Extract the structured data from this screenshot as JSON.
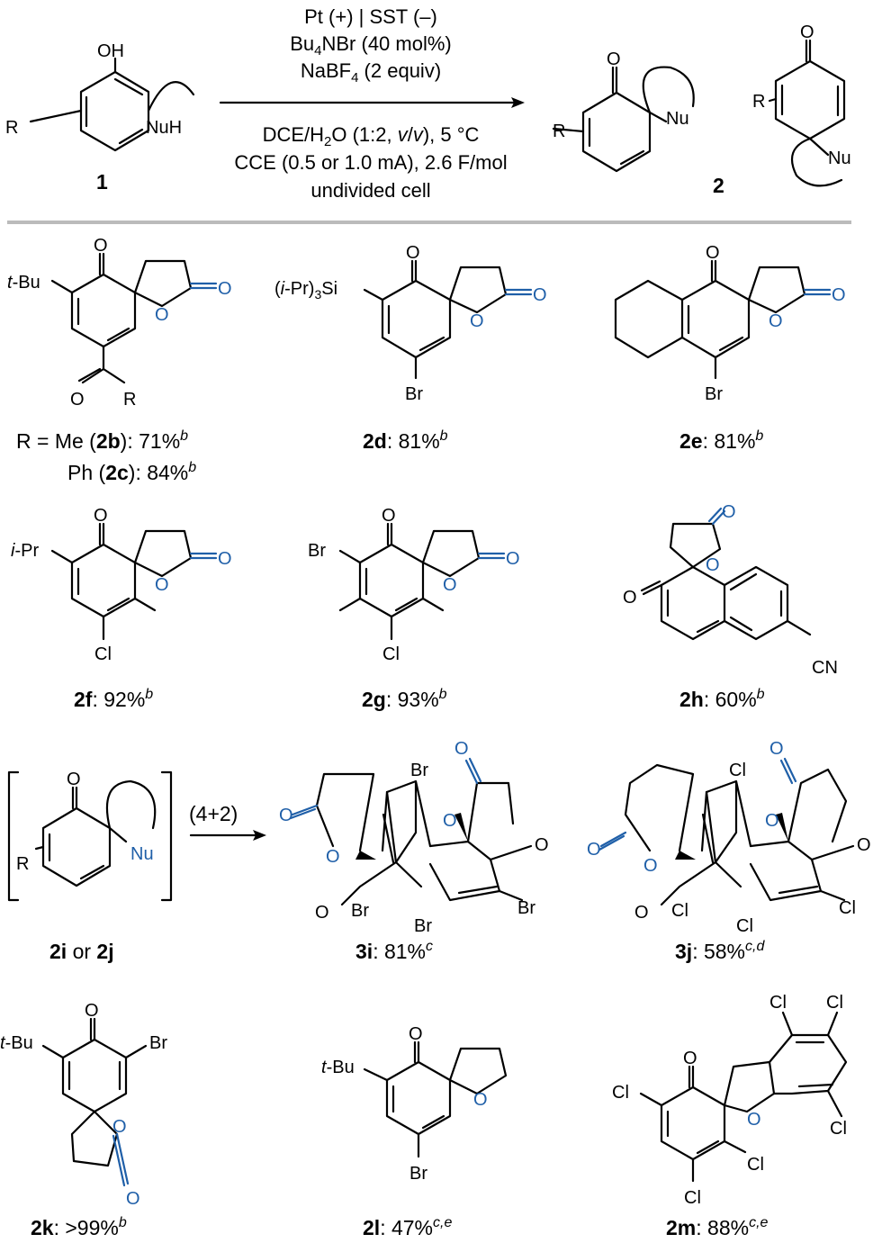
{
  "scheme": {
    "start_number": "1",
    "product_number": "2",
    "start_R": "R",
    "start_OH": "OH",
    "start_NuH": "NuH",
    "product_R": "R",
    "product_O": "O",
    "product_Nu": "Nu",
    "conditions_top": [
      "Pt (+) | SST (–)",
      "Bu",
      "4",
      "NBr (40 mol%)",
      "NaBF",
      "4",
      " (2 equiv)"
    ],
    "cond_line1": "Pt (+) | SST (–)",
    "cond_line2_a": "Bu",
    "cond_line2_sub": "4",
    "cond_line2_b": "NBr (40 mol%)",
    "cond_line3_a": "NaBF",
    "cond_line3_sub": "4",
    "cond_line3_b": " (2 equiv)",
    "cond_line4_a": "DCE/H",
    "cond_line4_sub": "2",
    "cond_line4_b": "O (1:2, ",
    "cond_line4_it": "v",
    "cond_line4_c": "/",
    "cond_line4_it2": "v",
    "cond_line4_d": "), 5 °C",
    "cond_line5": "CCE (0.5 or 1.0 mA), 2.6 F/mol",
    "cond_line6": "undivided cell"
  },
  "compounds": {
    "c2b": {
      "prefix": "R = Me (",
      "id": "2b",
      "yield": "): 71%",
      "note": "b"
    },
    "c2c": {
      "prefix": "Ph (",
      "id": "2c",
      "yield": "): 84%",
      "note": "b"
    },
    "c2d": {
      "id": "2d",
      "yield": ": 81%",
      "note": "b"
    },
    "c2e": {
      "id": "2e",
      "yield": ": 81%",
      "note": "b"
    },
    "c2f": {
      "id": "2f",
      "yield": ": 92%",
      "note": "b"
    },
    "c2g": {
      "id": "2g",
      "yield": ": 93%",
      "note": "b"
    },
    "c2h": {
      "id": "2h",
      "yield": ": 60%",
      "note": "b"
    },
    "c2ij": {
      "id1": "2i",
      "or": " or ",
      "id2": "2j"
    },
    "c3i": {
      "id": "3i",
      "yield": ": 81%",
      "note": "c"
    },
    "c3j": {
      "id": "3j",
      "yield": ": 58%",
      "note": "c,d"
    },
    "c2k": {
      "id": "2k",
      "yield": ": >99%",
      "note": "b"
    },
    "c2l": {
      "id": "2l",
      "yield": ": 47%",
      "note": "c,e"
    },
    "c2m": {
      "id": "2m",
      "yield": ": 88%",
      "note": "c,e"
    }
  },
  "labels": {
    "tBu": "t",
    "tBu_rest": "-Bu",
    "iPr": "i",
    "iPr_rest": "-Pr",
    "tips_a": "(",
    "tips_i": "i",
    "tips_b": "-Pr)",
    "tips_sub": "3",
    "tips_c": "Si",
    "O": "O",
    "Br": "Br",
    "Cl": "Cl",
    "CN": "CN",
    "R": "R",
    "Nu": "Nu",
    "cyclo": "(4+2)"
  },
  "colors": {
    "heteroatom_blue": "#1f5fa8",
    "separator": "#bbbbbb"
  }
}
